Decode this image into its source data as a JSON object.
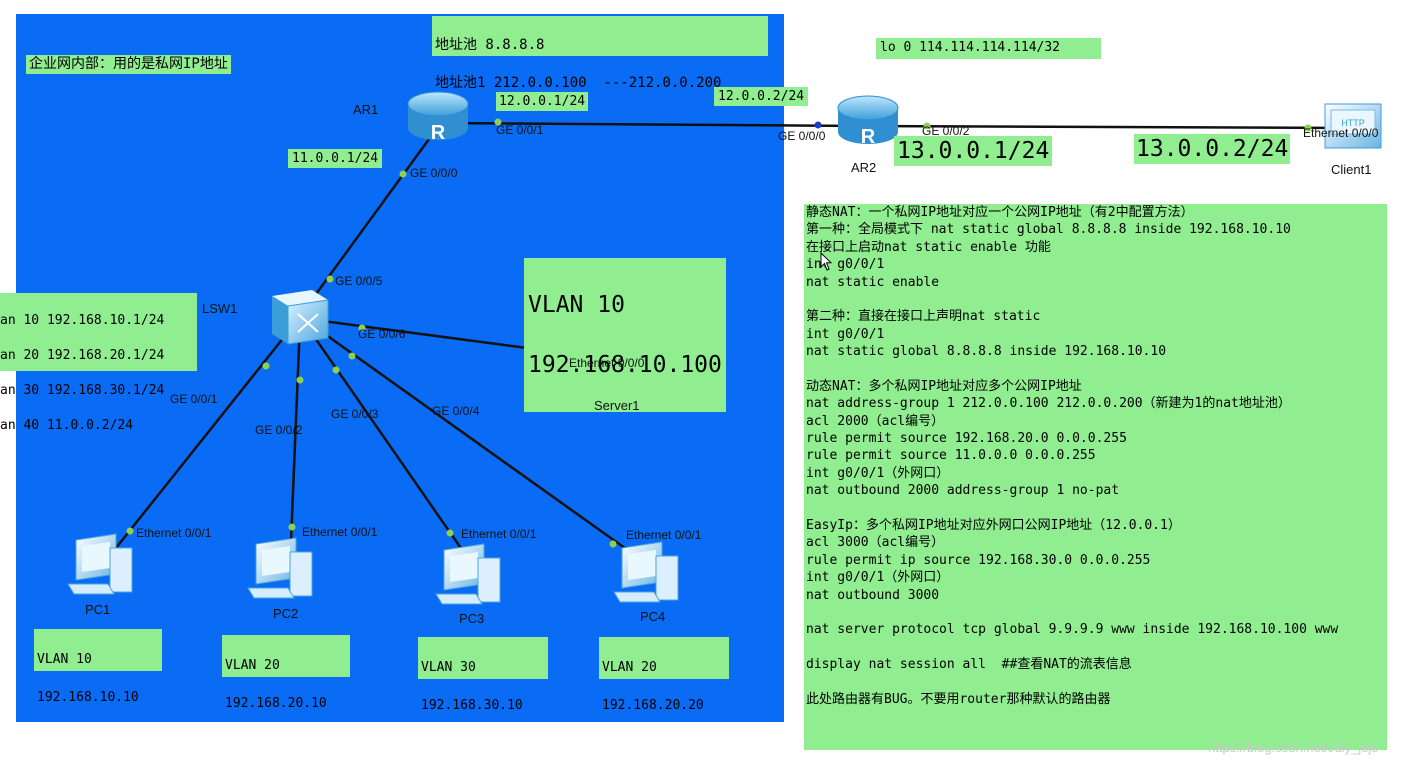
{
  "notes": {
    "pool_line1": "地址池 8.8.8.8",
    "pool_line2": "地址池1 212.0.0.100  ---212.0.0.200",
    "enterprise": "企业网内部：用的是私网IP地址",
    "lo0": "lo 0 114.114.114.114/32",
    "ar1_g001_ip": "12.0.0.1/24",
    "ar2_g000_ip": "12.0.0.2/24",
    "ar1_g000_ip": "11.0.0.1/24",
    "ar2_g002_ip": "13.0.0.1/24",
    "client_ip": "13.0.0.2/24",
    "server_vlan": "VLAN 10",
    "server_ip": "192.168.10.100",
    "vlanif_lines": [
      "an 10 192.168.10.1/24",
      "an 20 192.168.20.1/24",
      "an 30 192.168.30.1/24",
      "an 40 11.0.0.2/24"
    ],
    "pc1": [
      "VLAN 10",
      "192.168.10.10"
    ],
    "pc2": [
      "VLAN 20",
      "192.168.20.10"
    ],
    "pc3": [
      "VLAN 30",
      "192.168.30.10"
    ],
    "pc4": [
      "VLAN 20",
      "192.168.20.20"
    ]
  },
  "devices": {
    "ar1": "AR1",
    "ar2": "AR2",
    "lsw1": "LSW1",
    "server1": "Server1",
    "client1": "Client1",
    "pc1": "PC1",
    "pc2": "PC2",
    "pc3": "PC3",
    "pc4": "PC4"
  },
  "ports": {
    "ar1_g001": "GE 0/0/1",
    "ar1_g000": "GE 0/0/0",
    "ar2_g000": "GE 0/0/0",
    "ar2_g002": "GE 0/0/2",
    "client_eth": "Ethernet 0/0/0",
    "lsw_g005": "GE 0/0/5",
    "lsw_g006": "GE 0/0/6",
    "server_eth": "Ethernet 0/0/0",
    "lsw_g001": "GE 0/0/1",
    "lsw_g002": "GE 0/0/2",
    "lsw_g003": "GE 0/0/3",
    "lsw_g004": "GE 0/0/4",
    "pc1_eth": "Ethernet 0/0/1",
    "pc2_eth": "Ethernet 0/0/1",
    "pc3_eth": "Ethernet 0/0/1",
    "pc4_eth": "Ethernet 0/0/1"
  },
  "config_lines": [
    "静态NAT：一个私网IP地址对应一个公网IP地址（有2中配置方法）",
    "第一种：全局模式下 nat static global 8.8.8.8 inside 192.168.10.10",
    "在接口上启动nat static enable 功能",
    "int g0/0/1",
    "nat static enable",
    "",
    "第二种：直接在接口上声明nat static",
    "int g0/0/1",
    "nat static global 8.8.8.8 inside 192.168.10.10",
    "",
    "动态NAT：多个私网IP地址对应多个公网IP地址",
    "nat address-group 1 212.0.0.100 212.0.0.200（新建为1的nat地址池）",
    "acl 2000（acl编号）",
    "rule permit source 192.168.20.0 0.0.0.255",
    "rule permit source 11.0.0.0 0.0.0.255",
    "int g0/0/1（外网口）",
    "nat outbound 2000 address-group 1 no-pat",
    "",
    "EasyIp：多个私网IP地址对应外网口公网IP地址（12.0.0.1）",
    "acl 3000（acl编号）",
    "rule permit ip source 192.168.30.0 0.0.0.255",
    "int g0/0/1（外网口）",
    "nat outbound 3000",
    "",
    "nat server protocol tcp global 9.9.9.9 www inside 192.168.10.100 www",
    "",
    "display nat session all  ##查看NAT的流表信息",
    "",
    "此处路由器有BUG。不要用router那种默认的路由器"
  ],
  "watermark": "https://blog.csdn.net/July_jojo",
  "colors": {
    "background": "#0a6cf5",
    "note": "#90ee90",
    "link": "#111111",
    "port_dot": "#8fd14f"
  }
}
